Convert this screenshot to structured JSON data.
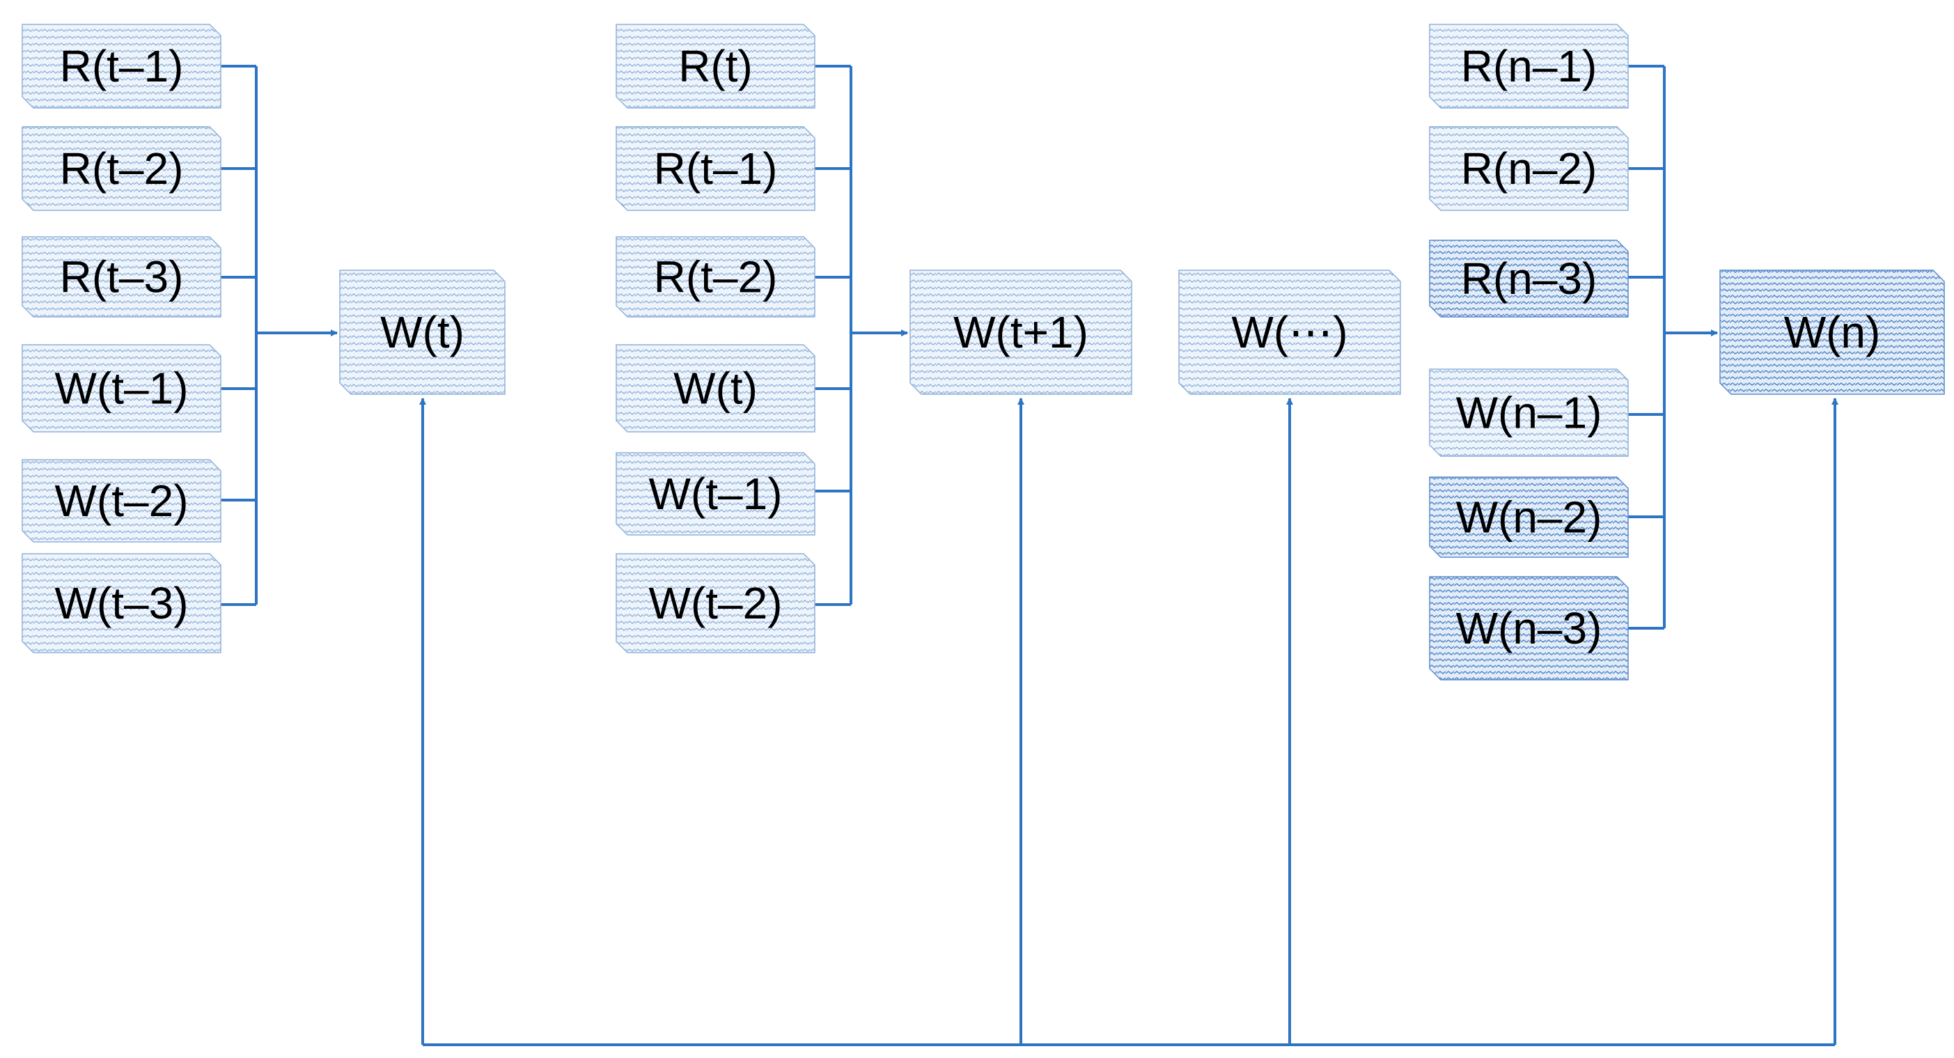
{
  "colors": {
    "line": "#2e74c4",
    "box_fill": "#eef4fb",
    "box_hatch": "#8fb1d9",
    "box_hatch_dark": "#5b8ccc",
    "text": "#000000"
  },
  "groups": [
    {
      "inputs": [
        "R(t–1)",
        "R(t–2)",
        "R(t–3)",
        "W(t–1)",
        "W(t–2)",
        "W(t–3)"
      ],
      "output": "W(t)"
    },
    {
      "inputs": [
        "R(t)",
        "R(t–1)",
        "R(t–2)",
        "W(t)",
        "W(t–1)",
        "W(t–2)"
      ],
      "output": "W(t+1)"
    },
    {
      "inputs": [],
      "output": "W(⋯)"
    },
    {
      "inputs": [
        "R(n–1)",
        "R(n–2)",
        "R(n–3)",
        "W(n–1)",
        "W(n–2)",
        "W(n–3)"
      ],
      "output": "W(n)"
    }
  ]
}
